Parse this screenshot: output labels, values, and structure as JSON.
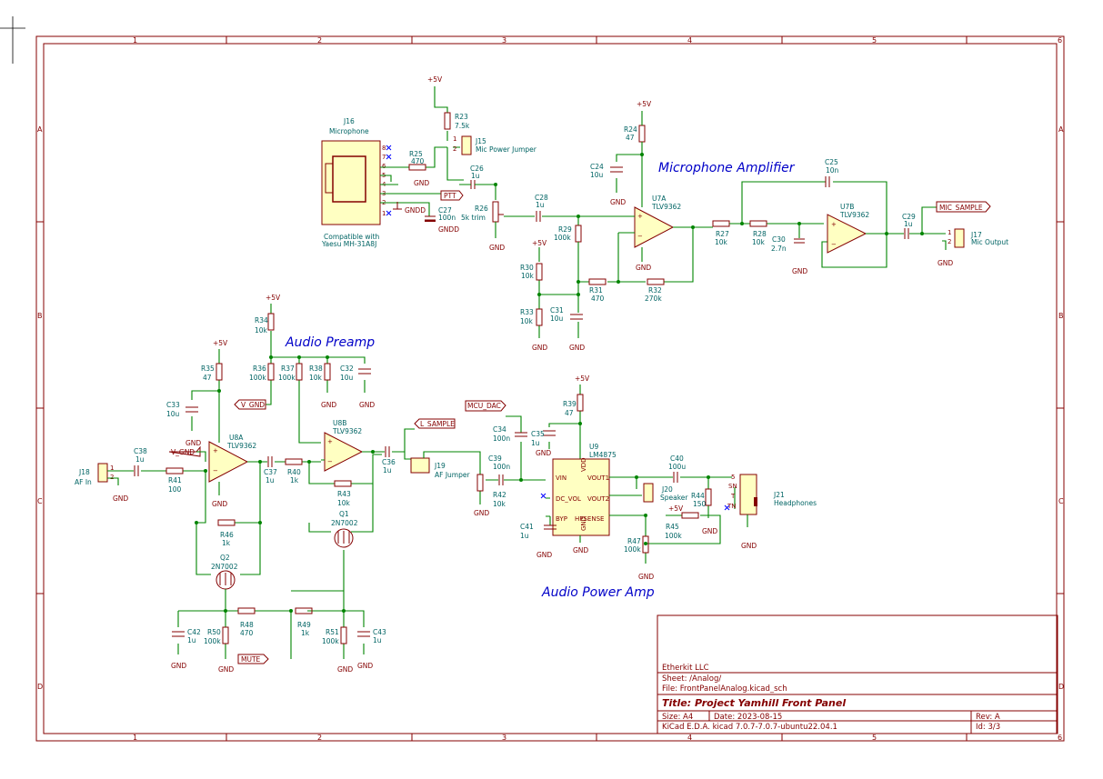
{
  "sheet": {
    "cols": [
      "1",
      "2",
      "3",
      "4",
      "5",
      "6"
    ],
    "rows": [
      "A",
      "B",
      "C",
      "D"
    ]
  },
  "notes": {
    "mic_amp": "Microphone Amplifier",
    "preamp": "Audio Preamp",
    "power_amp": "Audio Power Amp",
    "compat_1": "Compatible with",
    "compat_2": "Yaesu MH-31A8J"
  },
  "labels": {
    "ptt": "PTT",
    "mic_sample": "MIC_SAMPLE",
    "v_gnd_a": "V_GND",
    "v_gnd_b": "V_GND",
    "l_sample": "L_SAMPLE",
    "mcu_dac": "MCU_DAC",
    "mute": "MUTE"
  },
  "power": {
    "p5v": "+5V",
    "gnd": "GND",
    "gndd": "GNDD"
  },
  "components": {
    "J16": {
      "ref": "J16",
      "value": "Microphone",
      "pins": [
        "8",
        "7",
        "6",
        "5",
        "4",
        "3",
        "2",
        "1"
      ]
    },
    "R25": {
      "ref": "R25",
      "value": "470"
    },
    "R23": {
      "ref": "R23",
      "value": "7.5k"
    },
    "J15": {
      "ref": "J15",
      "value": "Mic Power Jumper"
    },
    "C26": {
      "ref": "C26",
      "value": "1u"
    },
    "C27": {
      "ref": "C27",
      "value": "100n"
    },
    "R26": {
      "ref": "R26",
      "value": "5k trim"
    },
    "C28": {
      "ref": "C28",
      "value": "1u"
    },
    "R24": {
      "ref": "R24",
      "value": "47"
    },
    "C24": {
      "ref": "C24",
      "value": "10u"
    },
    "U7A": {
      "ref": "U7A",
      "value": "TLV9362"
    },
    "R29": {
      "ref": "R29",
      "value": "100k"
    },
    "R30": {
      "ref": "R30",
      "value": "10k"
    },
    "R33": {
      "ref": "R33",
      "value": "10k"
    },
    "R31": {
      "ref": "R31",
      "value": "470"
    },
    "C31": {
      "ref": "C31",
      "value": "10u"
    },
    "R32": {
      "ref": "R32",
      "value": "270k"
    },
    "R27": {
      "ref": "R27",
      "value": "10k"
    },
    "R28": {
      "ref": "R28",
      "value": "10k"
    },
    "C30": {
      "ref": "C30",
      "value": "2.7n"
    },
    "C25": {
      "ref": "C25",
      "value": "10n"
    },
    "U7B": {
      "ref": "U7B",
      "value": "TLV9362"
    },
    "C29": {
      "ref": "C29",
      "value": "1u"
    },
    "J17": {
      "ref": "J17",
      "value": "Mic Output"
    },
    "R34": {
      "ref": "R34",
      "value": "10k"
    },
    "R36": {
      "ref": "R36",
      "value": "100k"
    },
    "R37": {
      "ref": "R37",
      "value": "100k"
    },
    "R38": {
      "ref": "R38",
      "value": "10k"
    },
    "C32": {
      "ref": "C32",
      "value": "10u"
    },
    "R35": {
      "ref": "R35",
      "value": "47"
    },
    "C33": {
      "ref": "C33",
      "value": "10u"
    },
    "J18": {
      "ref": "J18",
      "value": "AF In"
    },
    "C38": {
      "ref": "C38",
      "value": "1u"
    },
    "R41": {
      "ref": "R41",
      "value": "100"
    },
    "U8A": {
      "ref": "U8A",
      "value": "TLV9362"
    },
    "C37": {
      "ref": "C37",
      "value": "1u"
    },
    "R40": {
      "ref": "R40",
      "value": "1k"
    },
    "U8B": {
      "ref": "U8B",
      "value": "TLV9362"
    },
    "R43": {
      "ref": "R43",
      "value": "10k"
    },
    "Q1": {
      "ref": "Q1",
      "value": "2N7002"
    },
    "R46": {
      "ref": "R46",
      "value": "1k"
    },
    "Q2": {
      "ref": "Q2",
      "value": "2N7002"
    },
    "C36": {
      "ref": "C36",
      "value": "1u"
    },
    "J19": {
      "ref": "J19",
      "value": "AF Jumper"
    },
    "C39": {
      "ref": "C39",
      "value": "100n"
    },
    "R42": {
      "ref": "R42",
      "value": "10k"
    },
    "C34": {
      "ref": "C34",
      "value": "100n"
    },
    "C35": {
      "ref": "C35",
      "value": "1u"
    },
    "R39": {
      "ref": "R39",
      "value": "47"
    },
    "U9": {
      "ref": "U9",
      "value": "LM4875",
      "pins": {
        "vin": "VIN",
        "dcvol": "DC_VOL",
        "byp": "BYP",
        "vdd": "VDD",
        "vout1": "VOUT1",
        "vout2": "VOUT2",
        "hpsense": "HPSENSE",
        "gnd": "GND"
      }
    },
    "C41": {
      "ref": "C41",
      "value": "1u"
    },
    "C40": {
      "ref": "C40",
      "value": "100u"
    },
    "J20": {
      "ref": "J20",
      "value": "Speaker"
    },
    "R44": {
      "ref": "R44",
      "value": "150"
    },
    "R45": {
      "ref": "R45",
      "value": "100k"
    },
    "R47": {
      "ref": "R47",
      "value": "100k"
    },
    "J21": {
      "ref": "J21",
      "value": "Headphones",
      "pins": [
        "SN",
        "T",
        "TN"
      ]
    },
    "C42": {
      "ref": "C42",
      "value": "1u"
    },
    "R50": {
      "ref": "R50",
      "value": "100k"
    },
    "R48": {
      "ref": "R48",
      "value": "470"
    },
    "R49": {
      "ref": "R49",
      "value": "1k"
    },
    "R51": {
      "ref": "R51",
      "value": "100k"
    },
    "C43": {
      "ref": "C43",
      "value": "1u"
    }
  },
  "title_block": {
    "company": "Etherkit LLC",
    "sheet": "Sheet: /Analog/",
    "file": "File: FrontPanelAnalog.kicad_sch",
    "title": "Title: Project Yamhill Front Panel",
    "size": "Size: A4",
    "date": "Date: 2023-08-15",
    "rev": "Rev: A",
    "tool": "KiCad E.D.A.  kicad 7.0.7-7.0.7-ubuntu22.04.1",
    "id": "Id: 3/3"
  }
}
